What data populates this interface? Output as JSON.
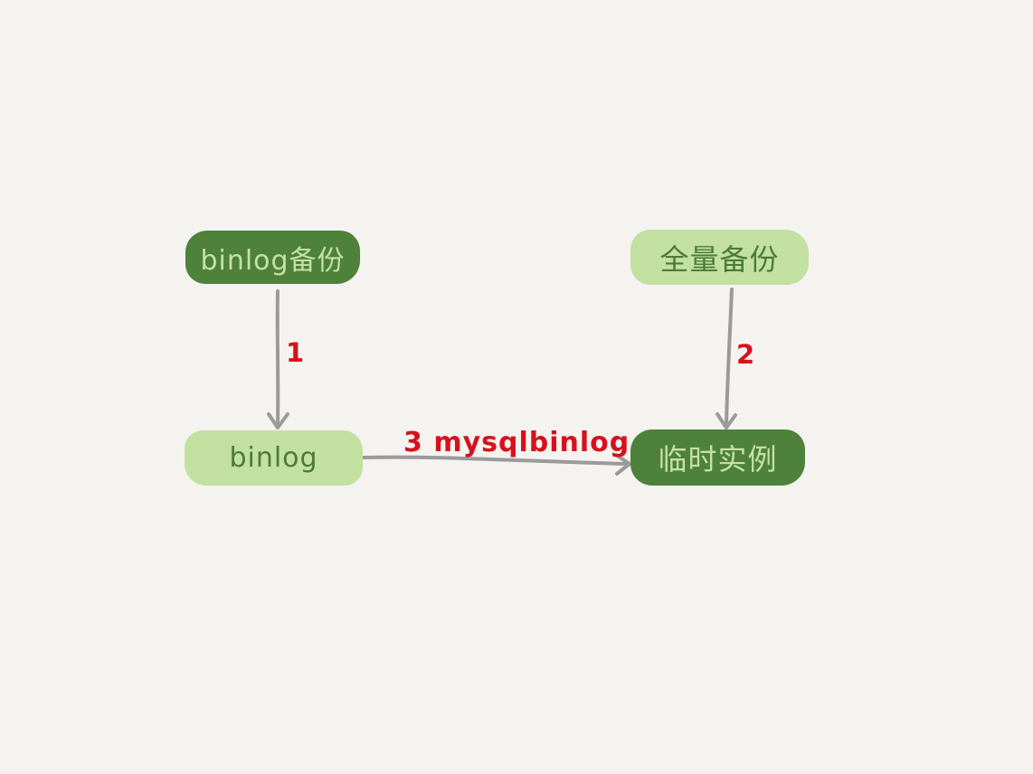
{
  "nodes": {
    "binlog_backup": "binlog备份",
    "full_backup": "全量备份",
    "binlog": "binlog",
    "temp_instance": "临时实例"
  },
  "steps": {
    "step1": "1",
    "step2": "2",
    "step3": "3 mysqlbinlog"
  },
  "colors": {
    "dark_node": "#4e813a",
    "light_node": "#c2e0a0",
    "arrow": "#9a9a9a",
    "step_label": "#d8101d",
    "background": "#f4f3ef"
  }
}
